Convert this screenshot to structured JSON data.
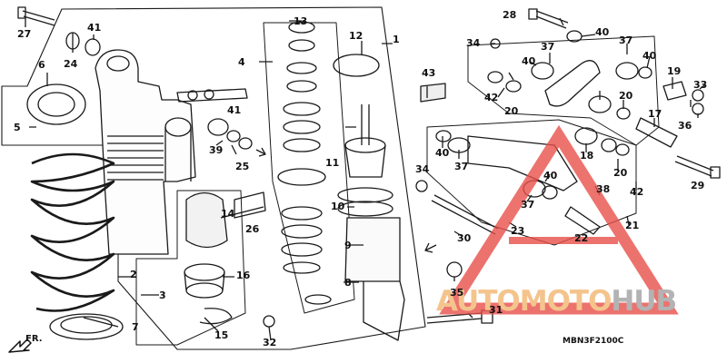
{
  "callouts": [
    "1",
    "2",
    "3",
    "4",
    "5",
    "6",
    "7",
    "8",
    "9",
    "10",
    "11",
    "12",
    "13",
    "14",
    "15",
    "16",
    "17",
    "18",
    "19",
    "20",
    "20",
    "20",
    "21",
    "22",
    "23",
    "24",
    "25",
    "26",
    "27",
    "28",
    "29",
    "30",
    "31",
    "32",
    "33",
    "34",
    "34",
    "35",
    "36",
    "37",
    "37",
    "37",
    "37",
    "38",
    "39",
    "40",
    "40",
    "40",
    "40",
    "40",
    "41",
    "41",
    "42",
    "42",
    "43"
  ],
  "diagram_code": "MBN3F2100C",
  "direction_label": "FR.",
  "watermark": {
    "part1": "AUTO",
    "part2": "MOTO",
    "part3": "HUB"
  },
  "colors": {
    "line": "#1a1a1a",
    "watermark_red": "#e8504a",
    "watermark_orange": "#f4c48d",
    "watermark_grey": "#b3b3b3"
  }
}
